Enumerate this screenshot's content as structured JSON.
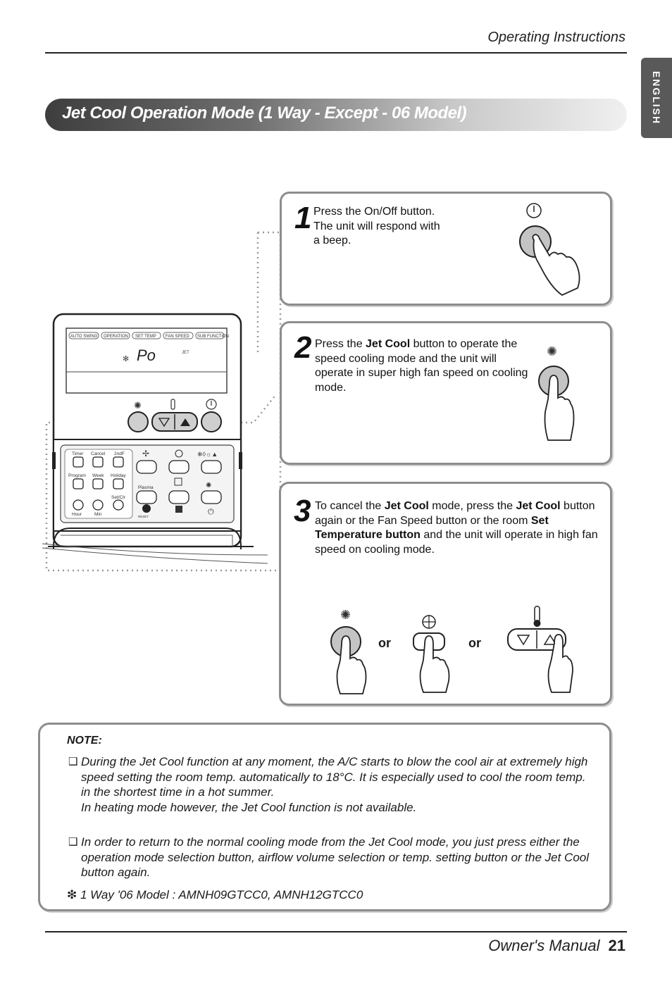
{
  "header": {
    "section": "Operating Instructions",
    "language_tab": "ENGLISH"
  },
  "title": "Jet Cool Operation Mode (1 Way - Except - 06 Model)",
  "remote": {
    "top_labels": [
      "AUTO SWING",
      "OPERATION",
      "SET TEMP",
      "FAN SPEED",
      "SUB FUNCTION"
    ],
    "display_mode": "Po",
    "display_jet": "JET",
    "lower_labels": {
      "timer": "Timer",
      "cancel": "Cancel",
      "second_f": "2ndF",
      "program": "Program",
      "week": "Week",
      "holiday": "Holiday",
      "set_clr": "Set/Clr",
      "plasma": "Plasma",
      "hour": "Hour",
      "min": "Min",
      "reset": "RESET"
    }
  },
  "steps": [
    {
      "number": "1",
      "lines": [
        "Press the On/Off button.",
        "The unit will respond with",
        "a beep."
      ]
    },
    {
      "number": "2",
      "prefix": "Press the ",
      "bold1": "Jet Cool",
      "rest": " button to operate the speed cooling mode and the unit will operate in super high fan speed on cooling mode."
    },
    {
      "number": "3",
      "prefix": "To cancel the ",
      "bold1": "Jet Cool",
      "mid": " mode, press the ",
      "bold2": "Jet Cool",
      "mid2": " button again or the Fan Speed button or the room ",
      "bold3": "Set Temperature button",
      "rest": " and the unit will operate in high fan speed on cooling mode.",
      "or1": "or",
      "or2": "or"
    }
  ],
  "note": {
    "title": "NOTE:",
    "bullet": "❑",
    "item1": "During the Jet Cool function at any moment, the A/C starts to blow the cool air at extremely high speed setting the room temp. automatically to 18°C. It is especially used to cool the room temp. in the shortest time in a hot summer.",
    "item1b": "In heating mode however, the Jet Cool function is not available.",
    "item2": "In order to return to the normal cooling mode from the Jet Cool mode, you just press either the operation mode selection button, airflow volume selection or temp. setting button or the Jet Cool button again.",
    "model_symbol": "❇",
    "model": "1 Way '06 Model : AMNH09GTCC0, AMNH12GTCC0"
  },
  "footer": {
    "manual": "Owner's Manual",
    "page": "21"
  }
}
